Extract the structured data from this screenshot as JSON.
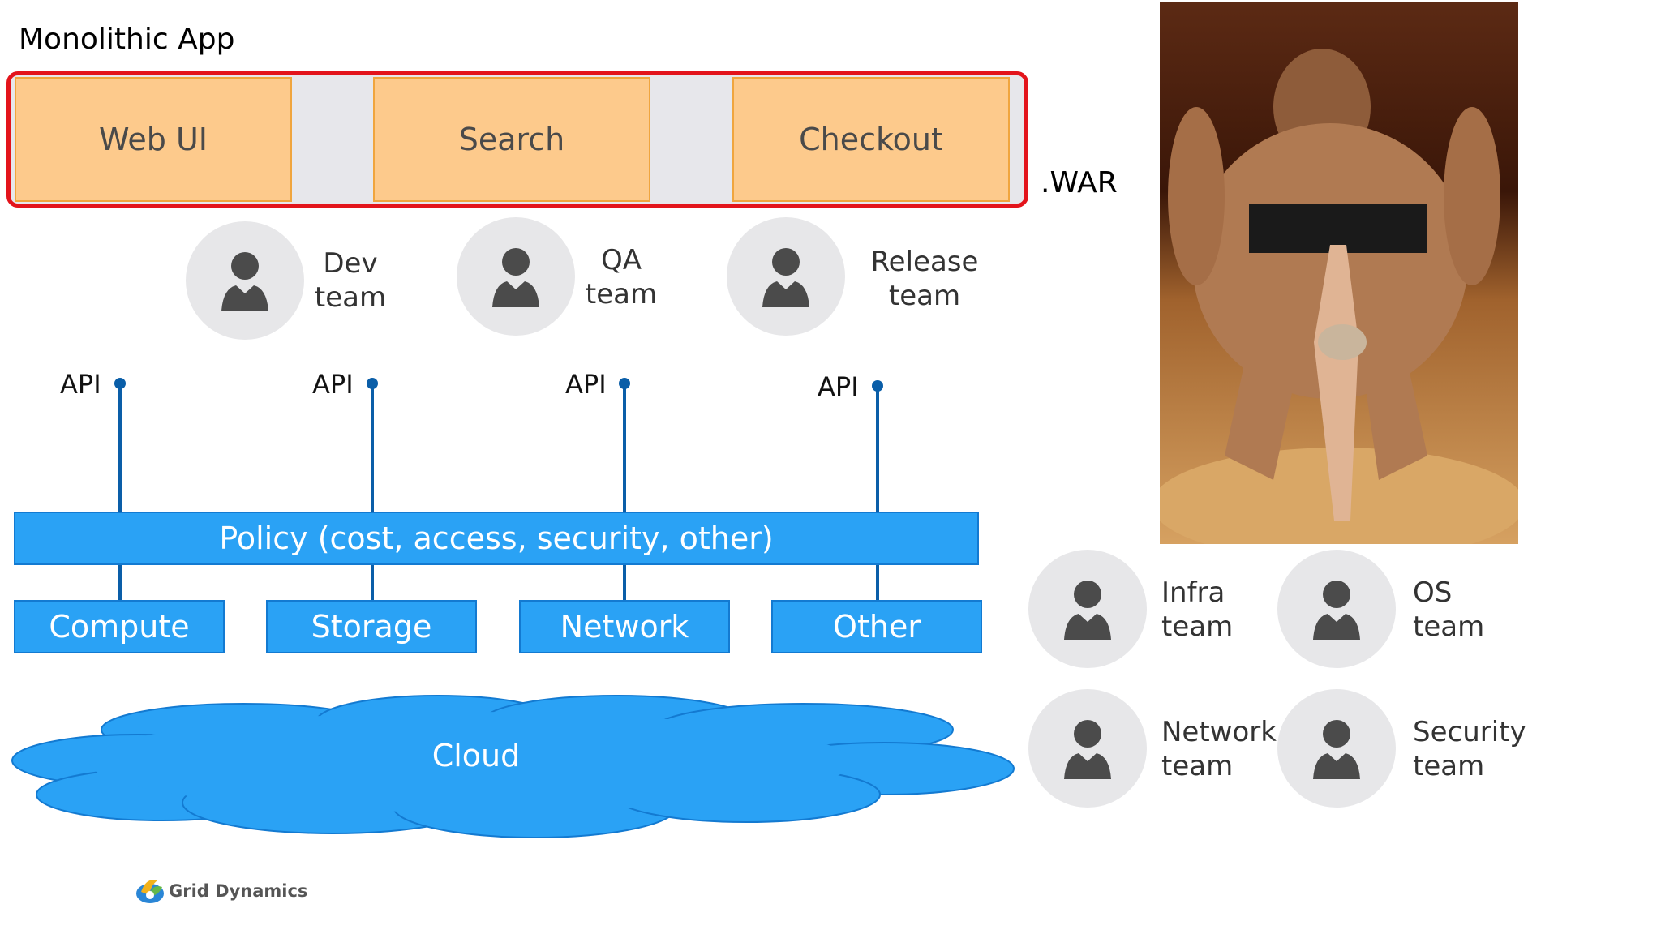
{
  "title": "Monolithic App",
  "modules": [
    {
      "label": "Web UI"
    },
    {
      "label": "Search"
    },
    {
      "label": "Checkout"
    }
  ],
  "war_label": ".WAR",
  "top_teams": [
    {
      "line1": "Dev",
      "line2": "team"
    },
    {
      "line1": "QA",
      "line2": "team"
    },
    {
      "line1": "Release",
      "line2": "team"
    }
  ],
  "api_label": "API",
  "policy_label": "Policy (cost, access, security, other)",
  "resources": [
    {
      "label": "Compute"
    },
    {
      "label": "Storage"
    },
    {
      "label": "Network"
    },
    {
      "label": "Other"
    }
  ],
  "cloud_label": "Cloud",
  "side_teams": [
    {
      "line1": "Infra",
      "line2": "team"
    },
    {
      "line1": "OS",
      "line2": "team"
    },
    {
      "line1": "Network",
      "line2": "team"
    },
    {
      "line1": "Security",
      "line2": "team"
    }
  ],
  "logo_text": "Grid Dynamics",
  "colors": {
    "module_fill": "#fdca8c",
    "frame_border": "#e3141b",
    "blue_fill": "#2aa2f5",
    "blue_line": "#0a5ea8",
    "avatar_bg": "#e7e7e9",
    "avatar_icon": "#4b4b4b"
  },
  "icons": [
    "person-icon",
    "api-endpoint-icon",
    "grid-dynamics-logo-icon"
  ]
}
